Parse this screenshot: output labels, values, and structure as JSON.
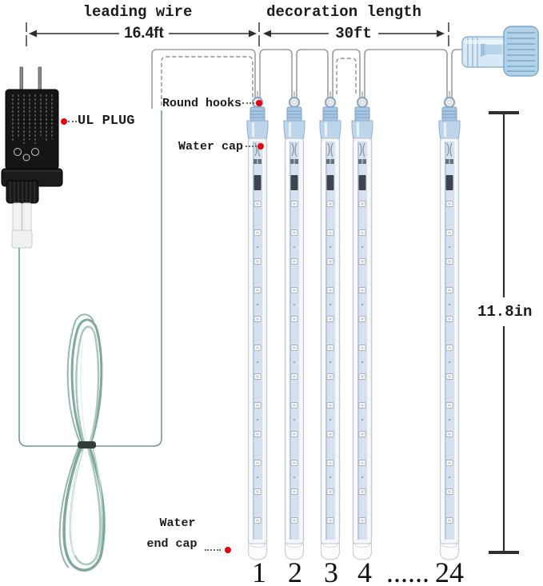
{
  "dimensions": {
    "leading_wire": {
      "label": "leading wire",
      "value": "16.4ft"
    },
    "decoration": {
      "label": "decoration length",
      "value": "30ft"
    },
    "tube_length": {
      "value": "11.8in"
    }
  },
  "callouts": {
    "ul_plug": "UL PLUG",
    "round_hooks": "Round hooks",
    "water_cap": "Water cap",
    "water_end_cap": [
      "Water",
      "end cap"
    ]
  },
  "tube_index": {
    "numbers": [
      "1",
      "2",
      "3",
      "4"
    ],
    "ellipsis": "......",
    "last": "24"
  },
  "colors": {
    "accent_red": "#e60012",
    "wire_teal": "#6f9a92",
    "loop_gray": "#9aa0a6",
    "tube_blue": "#bdd5ea",
    "connector_blue": "#b2d2ea",
    "dimension_dark": "#2e2e2e"
  }
}
